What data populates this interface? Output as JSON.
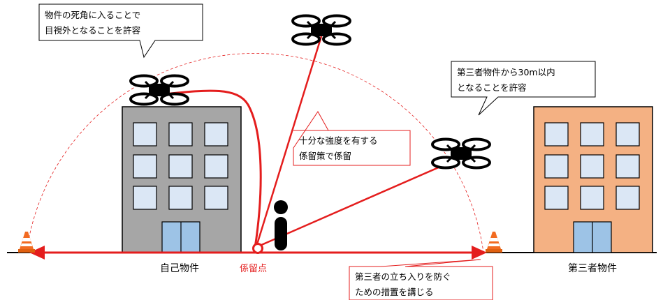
{
  "callouts": {
    "blind_spot": [
      "物件の死角に入ることで",
      "目視外となることを許容"
    ],
    "third_party_30m": [
      "第三者物件から30m以内",
      "となることを許容"
    ],
    "tether_strength": [
      "十分な強度を有する",
      "係留策で係留"
    ],
    "entry_prevention": [
      "第三者の立ち入りを防ぐ",
      "ための措置を講じる"
    ]
  },
  "labels": {
    "own_property": "自己物件",
    "tether_point": "係留点",
    "third_party_property": "第三者物件"
  },
  "colors": {
    "tether_red": "#e41d1d",
    "own_building": "#a6a6a6",
    "third_party_building": "#f4b183",
    "window": "#dbe7f5",
    "door": "#9dc3e6",
    "cone_orange": "#f26b21"
  },
  "icons": [
    "drone-icon",
    "person-icon",
    "traffic-cone-icon"
  ]
}
